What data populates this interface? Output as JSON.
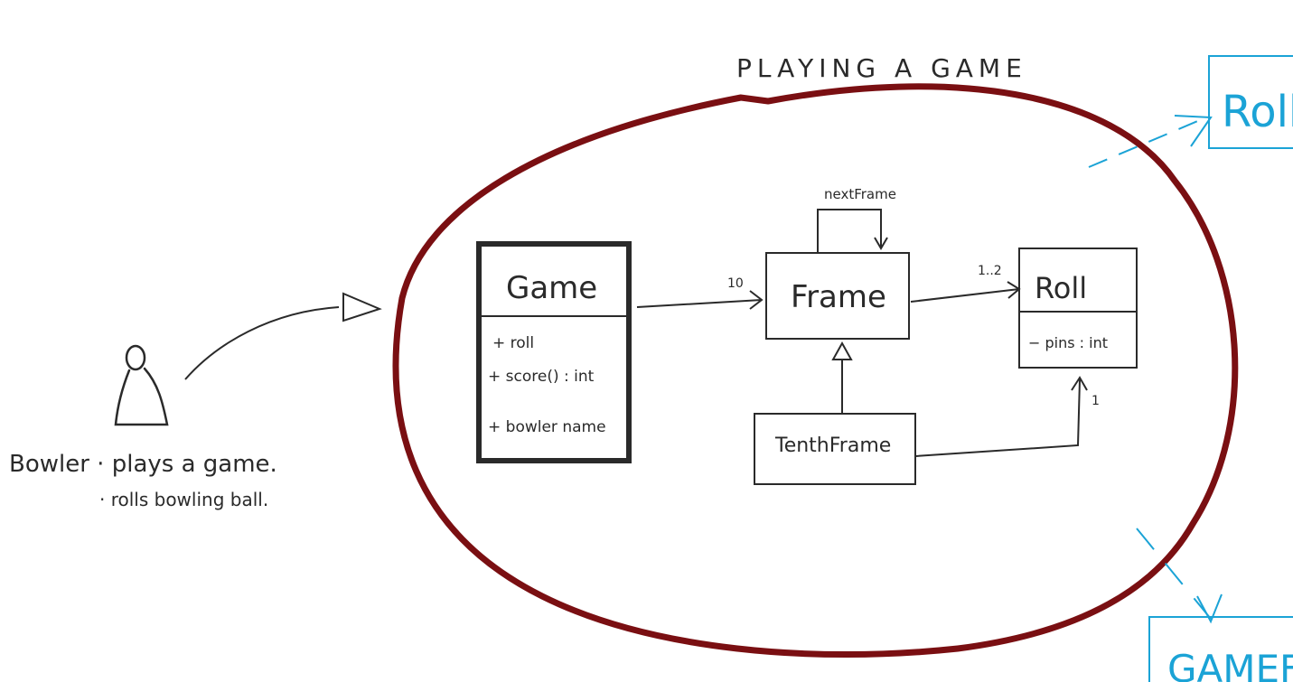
{
  "diagram": {
    "title": "PLAYING A GAME",
    "actor": {
      "line1": "Bowler · plays a game.",
      "line2": "· rolls bowling ball."
    },
    "game": {
      "name": "Game",
      "members": [
        "+ roll",
        "+ score() : int",
        "+ bowler name"
      ]
    },
    "frame": {
      "name": "Frame",
      "self_assoc": "nextFrame"
    },
    "tenth_frame": {
      "name": "TenthFrame"
    },
    "roll": {
      "name": "Roll",
      "attribute": "− pins : int"
    },
    "multiplicities": {
      "game_frame": "10",
      "frame_roll": "1..2",
      "tenth_roll": "1"
    },
    "external": {
      "roll_box": "Roll",
      "game_box": "GAMEF"
    },
    "colors": {
      "ink": "#2a2a2a",
      "boundary": "#7a0f12",
      "external": "#1ba3d6"
    }
  }
}
